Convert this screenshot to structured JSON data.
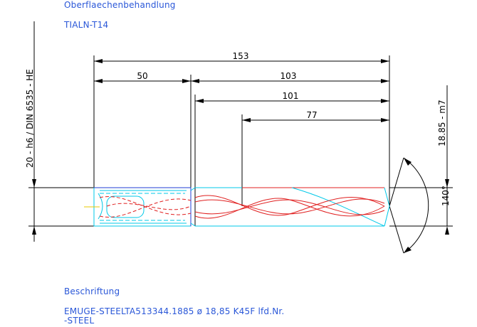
{
  "notes": {
    "surface_heading": "Oberflaechenbehandlung",
    "surface_value": "TIALN-T14",
    "label_heading": "Beschriftung",
    "label_line1": "EMUGE-STEELTA513344.1885 ø 18,85  K45F lfd.Nr.",
    "label_line2": "-STEEL"
  },
  "dimensions": {
    "overall_length": "153",
    "shank_length": "50",
    "body_length": "103",
    "flute_length": "101",
    "cutting_length": "77",
    "shank_tolerance": "20 - h6 / DIN 6535 - HE",
    "diameter_tolerance": "18.85 - m7",
    "point_angle": "140°"
  },
  "colors": {
    "annotation_text": "#2a57d8",
    "flute_lines": "#e02020",
    "outline": "#00c8e8",
    "dimension_lines": "#000000"
  }
}
